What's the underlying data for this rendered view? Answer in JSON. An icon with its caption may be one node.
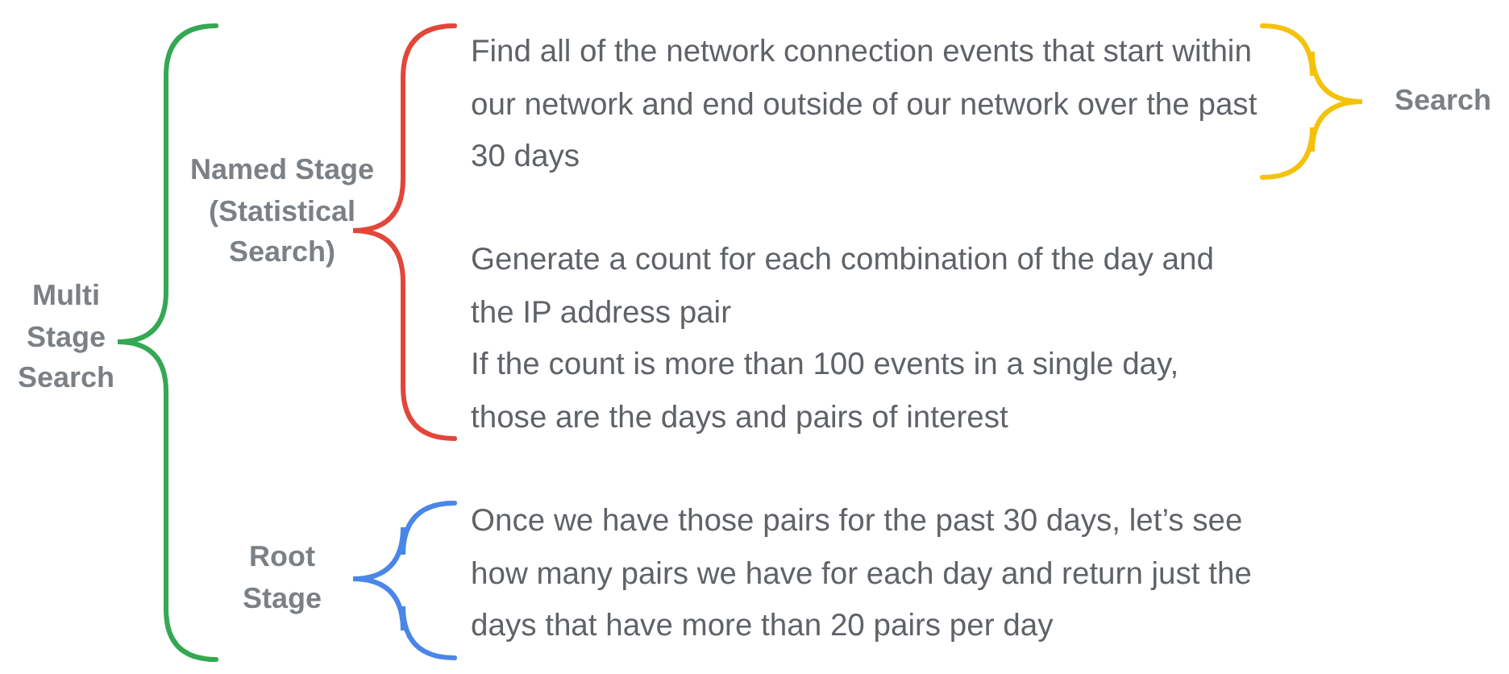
{
  "diagram": {
    "nodes": [
      {
        "text": [
          "Multi Stage Search"
        ]
      },
      {
        "text": [
          "Named Stage (Statistical Search)"
        ]
      },
      {
        "text": [
          "Root Stage"
        ]
      },
      {
        "text": [
          "Find all of the network connection events that start within our network and end outside of our network over the past 30 days"
        ]
      },
      {
        "text": [
          "Generate a count for each combination of the day and the IP address pair"
        ]
      },
      {
        "text": [
          "If the count is more than 100 events in a single day, those are the days and pairs of interest"
        ]
      },
      {
        "text": [
          "Once we have those pairs for the past 30 days, let’s see how many pairs we have for each day and return just the days that have more than 20 pairs per day"
        ]
      },
      {
        "text": [
          "Search"
        ]
      }
    ]
  }
}
